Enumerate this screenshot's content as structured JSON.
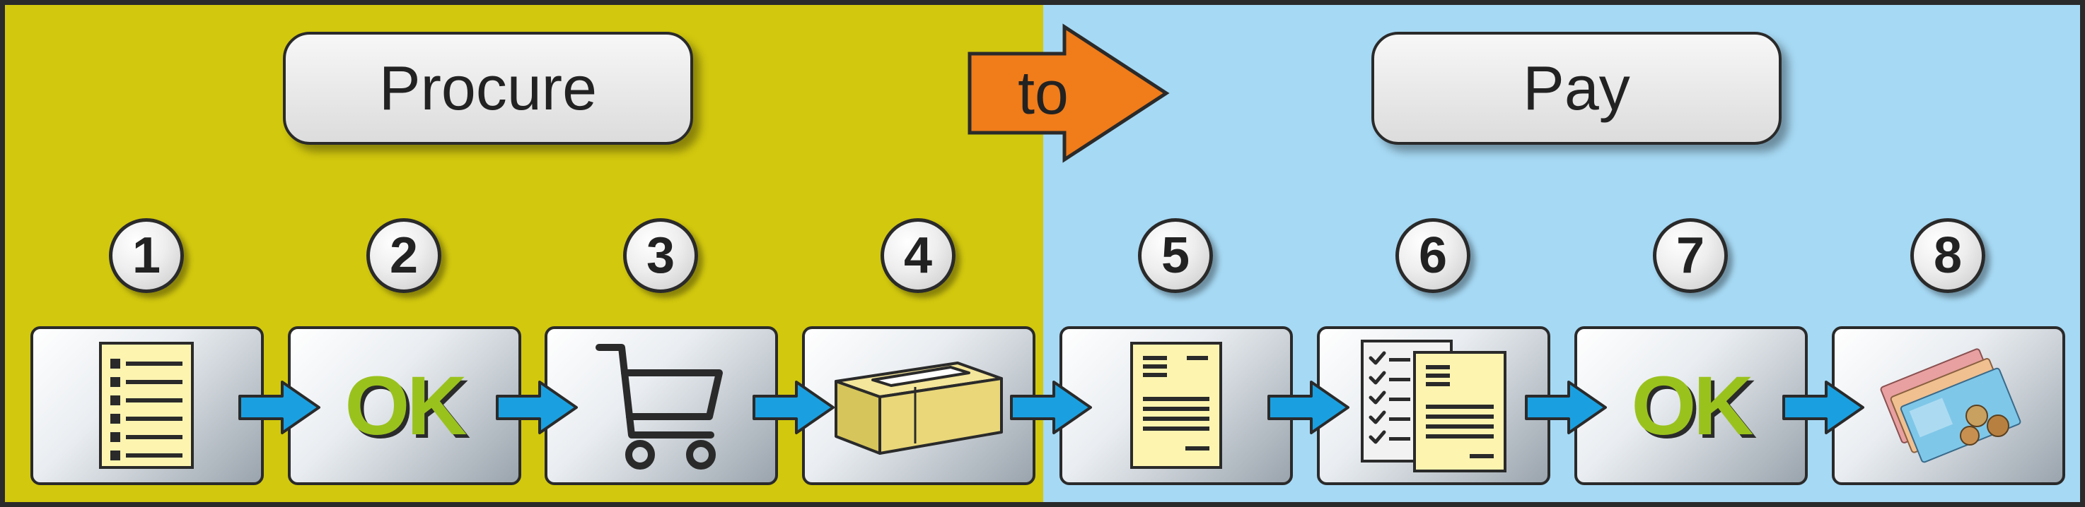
{
  "header": {
    "procure": "Procure",
    "connector": "to",
    "pay": "Pay"
  },
  "colors": {
    "procure_bg": "#d2c80e",
    "pay_bg": "#a6d9f4",
    "connector_arrow": "#f07c1a",
    "flow_arrow": "#1aa0e0",
    "ok_text": "#9ac21d"
  },
  "steps": [
    {
      "number": "1",
      "icon": "list-document-icon"
    },
    {
      "number": "2",
      "label": "OK",
      "icon": "ok-approval-icon"
    },
    {
      "number": "3",
      "icon": "shopping-cart-icon"
    },
    {
      "number": "4",
      "icon": "package-box-icon"
    },
    {
      "number": "5",
      "icon": "invoice-document-icon"
    },
    {
      "number": "6",
      "icon": "checklist-documents-icon"
    },
    {
      "number": "7",
      "label": "OK",
      "icon": "ok-approval-icon"
    },
    {
      "number": "8",
      "icon": "money-banknotes-icon"
    }
  ]
}
